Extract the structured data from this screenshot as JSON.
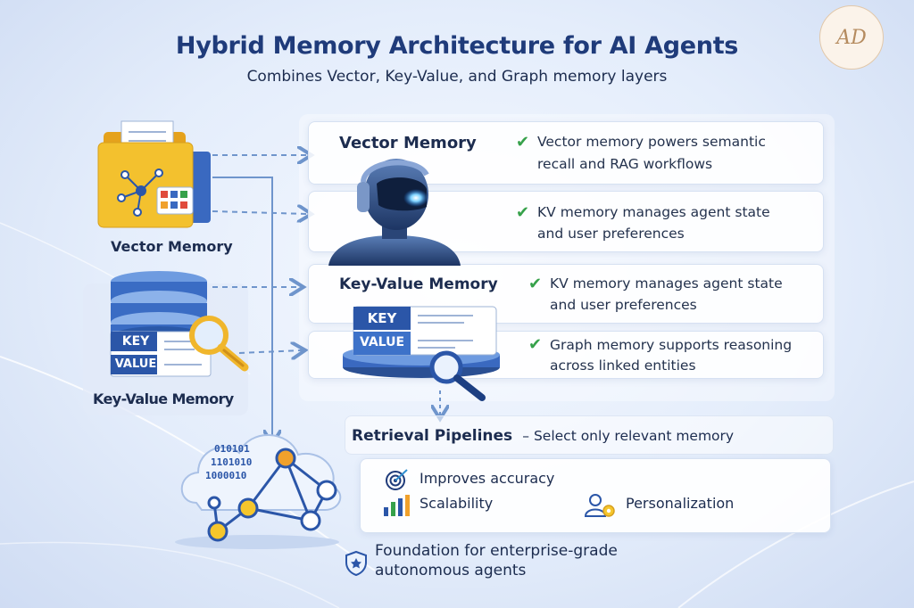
{
  "header": {
    "title": "Hybrid Memory Architecture for AI Agents",
    "subtitle": "Combines Vector, Key-Value, and Graph memory layers"
  },
  "logo": {
    "monogram": "AD"
  },
  "left_column": {
    "vector_label": "Vector Memory",
    "kv_label": "Key-Value Memory",
    "kv_icon": {
      "key_label": "KEY",
      "value_label": "VALUE"
    },
    "graph_icon": {
      "binary_lines": [
        "010101",
        "1101010",
        "1000010"
      ]
    }
  },
  "cards": {
    "vector": {
      "title": "Vector Memory",
      "desc_line1": "Vector memory powers semantic",
      "desc_line2": "recall and RAG workflows"
    },
    "kv_state": {
      "desc_line1": "KV memory manages agent state",
      "desc_line2": "and user preferences"
    },
    "key_value": {
      "title": "Key-Value Memory",
      "desc_line1": "KV memory manages agent state",
      "desc_line2": "and user preferences"
    },
    "graph": {
      "desc_line1": "Graph memory supports reasoning",
      "desc_line2": "across linked entities"
    }
  },
  "center_icon": {
    "key_label": "KEY",
    "value_label": "VALUE"
  },
  "retrieval": {
    "title": "Retrieval Pipelines",
    "subtitle": "– Select only relevant memory"
  },
  "features": {
    "accuracy": "Improves accuracy",
    "scalability": "Scalability",
    "personalization": "Personalization"
  },
  "footer": {
    "line1": "Foundation for enterprise-grade",
    "line2": "autonomous agents"
  },
  "icons": {
    "check": "✔",
    "folder": "folder-icon",
    "database": "database-icon",
    "robot": "robot-icon",
    "cloud_graph": "cloud-graph-icon",
    "target": "target-icon",
    "bar_chart": "bar-chart-icon",
    "user_gear": "user-gear-icon",
    "shield": "shield-icon"
  },
  "colors": {
    "title": "#1f3b7a",
    "check": "#36a14a",
    "arrow": "#6f95cc",
    "folder": "#f3c12e",
    "key_block": "#2b56a8",
    "node_yellow": "#f5c62c",
    "node_orange": "#f0a12c"
  }
}
